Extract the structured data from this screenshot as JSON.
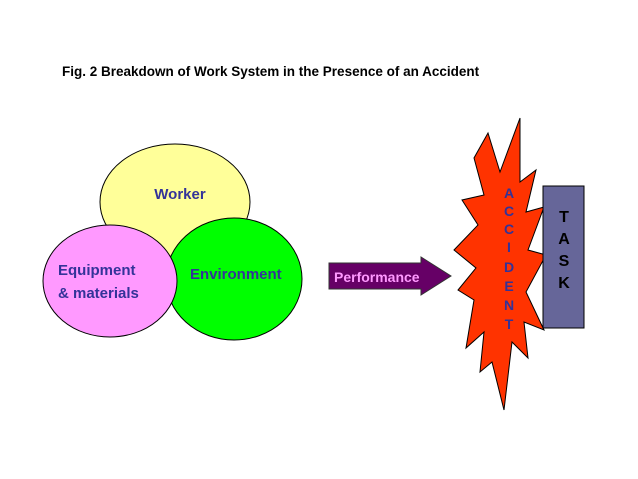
{
  "figure": {
    "title": "Fig. 2 Breakdown of Work System in the Presence of an Accident"
  },
  "nodes": {
    "worker": {
      "label": "Worker",
      "fill": "#ffff99",
      "text_color": "#333399"
    },
    "equipment": {
      "label_line1": "Equipment",
      "label_line2": "& materials",
      "fill": "#ff99ff",
      "text_color": "#333399"
    },
    "environment": {
      "label": "Environment",
      "fill": "#00ff00",
      "text_color": "#333399"
    },
    "performance": {
      "label": "Performance",
      "fill": "#660066",
      "text_color": "#ff99ff"
    },
    "accident": {
      "letters": [
        "A",
        "C",
        "C",
        "I",
        "D",
        "E",
        "N",
        "T"
      ],
      "fill": "#ff3300",
      "text_color": "#333399"
    },
    "task": {
      "letters": [
        "T",
        "A",
        "S",
        "K"
      ],
      "fill": "#666699",
      "text_color": "#000000"
    }
  }
}
